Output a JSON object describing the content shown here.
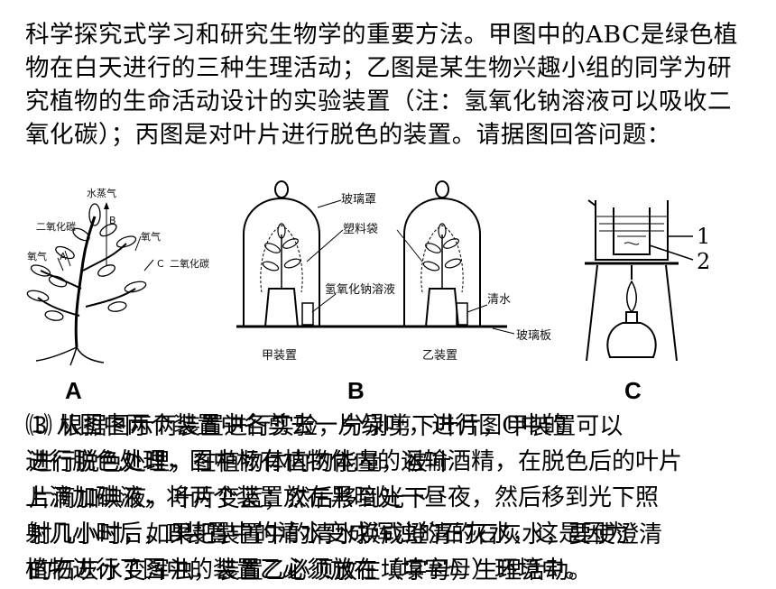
{
  "intro": "科学探究式学习和研究生物学的重要方法。甲图中的ABC是绿色植物在白天进行的三种生理活动；乙图是某生物兴趣小组的同学为研究植物的生命活动设计的实验装置（注：氢氧化钠溶液可以吸收二氧化碳）；丙图是对叶片进行脱色的装置。请据图回答问题：",
  "figA": {
    "water_vapor": "水蒸气",
    "b": "B",
    "co2_left": "二氧化碳",
    "oxygen_left": "氧气",
    "a": "A",
    "oxygen_right": "氧气",
    "c": "C",
    "co2_right": "二氧化碳"
  },
  "figB": {
    "bell_jar": "玻璃罩",
    "plastic_bag": "塑料袋",
    "naoh": "氢氧化钠溶液",
    "water": "清水",
    "glass_plate": "玻璃板",
    "device_jia": "甲装置",
    "device_yi": "乙装置"
  },
  "figC": {
    "n1": "1",
    "n2": "2"
  },
  "fig_labels": {
    "a": "A",
    "b": "B",
    "c": "C"
  },
  "questions_layer1": [
    "⑴ 从图中两个装置中各剪去一片绿叶，进行图C中的",
    "进行脱色处理，图中标有植物体内的运输酒精，在脱色后的叶片",
    "上滴加碘液，将两个装置放在黑暗处一昼夜，然后移到光下照",
    "射几小时后，B装置中的清水变成浑浊的石灰水，这是因为",
    "植物进行了图中的装置乙必须放在（填字母）环境中。"
  ],
  "questions_layer2": [
    "⑶ 根据图示两装置进行实验，分别剪下叶片，甲装置可以",
    "进行脱色处理，在植物体内的能量，被叶",
    "片滴加碘液，叶片变蓝；然后移到光下",
    "射几小时，如果把装置中的清水换成澄清的石灰水，要使澄清",
    "的石灰水变浑浊，装置乙必须放在填字母）生理活动。"
  ]
}
